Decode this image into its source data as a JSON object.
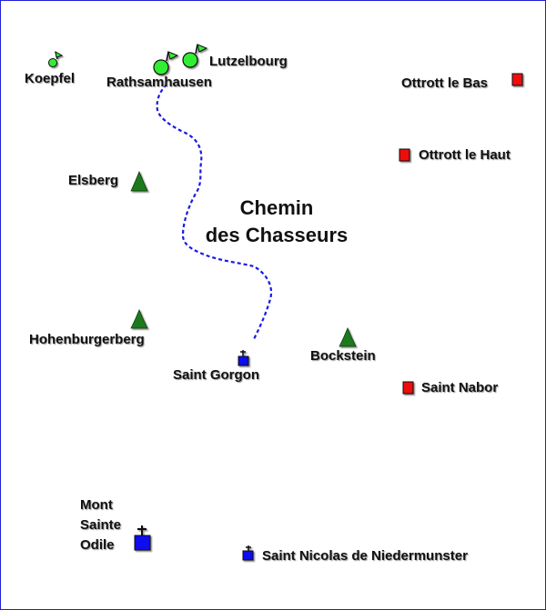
{
  "title": {
    "line1": "Chemin",
    "line2": "des Chasseurs"
  },
  "places": {
    "koepfel": "Koepfel",
    "rathsamhausen": "Rathsamhausen",
    "lutzelbourg": "Lutzelbourg",
    "ottrott_bas": "Ottrott le Bas",
    "ottrott_haut": "Ottrott le Haut",
    "elsberg": "Elsberg",
    "hohenburgerberg": "Hohenburgerberg",
    "saint_gorgon": "Saint Gorgon",
    "bockstein": "Bockstein",
    "saint_nabor": "Saint Nabor",
    "mont_sainte_odile": [
      "Mont",
      "Sainte",
      "Odile"
    ],
    "saint_nicolas": "Saint Nicolas de Niedermunster"
  },
  "icons": {
    "castle": "castle-ruin-icon",
    "peak": "mountain-peak-icon",
    "village": "village-square-icon",
    "chapel": "chapel-icon",
    "trail": "dashed-trail"
  },
  "colors": {
    "border": "#1f1fd9",
    "castle_fill": "#33ee33",
    "peak_fill": "#1e7a1e",
    "village_fill": "#ee1111",
    "chapel_fill": "#1010ee",
    "trail": "#1a1ae6"
  }
}
